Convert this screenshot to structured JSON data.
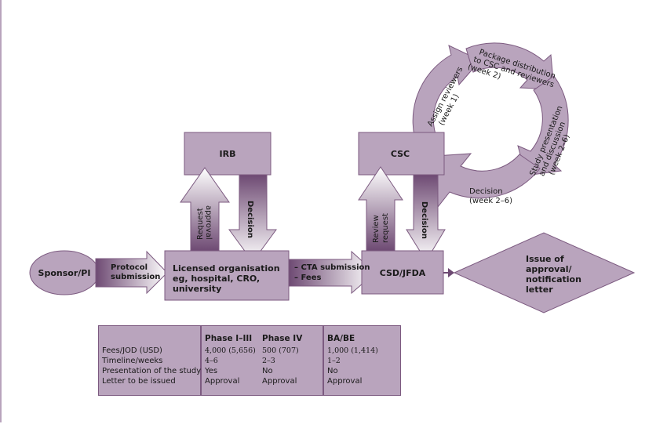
{
  "colors": {
    "box_fill": "#b9a4bd",
    "box_stroke": "#7c5a80",
    "arrow_dark": "#6e4a73",
    "arrow_light": "#ffffff",
    "text": "#1a1a1a"
  },
  "nodes": {
    "sponsor": "Sponsor/PI",
    "irb": "IRB",
    "licensed_org": [
      "Licensed organisation",
      "eg, hospital, CRO,",
      "university"
    ],
    "csc": "CSC",
    "csd": "CSD/JFDA",
    "issue": [
      "Issue of",
      "approval/",
      "notification",
      "letter"
    ]
  },
  "arrows": {
    "protocol": [
      "Protocol",
      "submission"
    ],
    "request_approval": [
      "Request",
      "approval"
    ],
    "irb_decision": "Decision",
    "cta": [
      "– CTA submission",
      "– Fees"
    ],
    "review_request": [
      "Review",
      "request"
    ],
    "csc_decision": "Decision"
  },
  "cycle": {
    "assign": [
      "Assign reviewers",
      "(week 1)"
    ],
    "package": [
      "Package distribution",
      "to CSC and reviewers",
      "(week 2)"
    ],
    "study": [
      "Study presentation",
      "and discussion",
      "(week 2–6)"
    ],
    "decision": [
      "Decision",
      "(week 2–6)"
    ]
  },
  "table": {
    "row_labels": [
      "Fees/JOD (USD)",
      "Timeline/weeks",
      "Presentation of the study",
      "Letter to be issued"
    ],
    "columns": [
      {
        "header": "Phase I–III",
        "values": [
          "4,000 (5,656)",
          "4–6",
          "Yes",
          "Approval"
        ]
      },
      {
        "header": "Phase IV",
        "values": [
          "500 (707)",
          "2–3",
          "No",
          "Approval"
        ]
      },
      {
        "header": "BA/BE",
        "values": [
          "1,000 (1,414)",
          "1–2",
          "No",
          "Approval"
        ]
      }
    ]
  }
}
